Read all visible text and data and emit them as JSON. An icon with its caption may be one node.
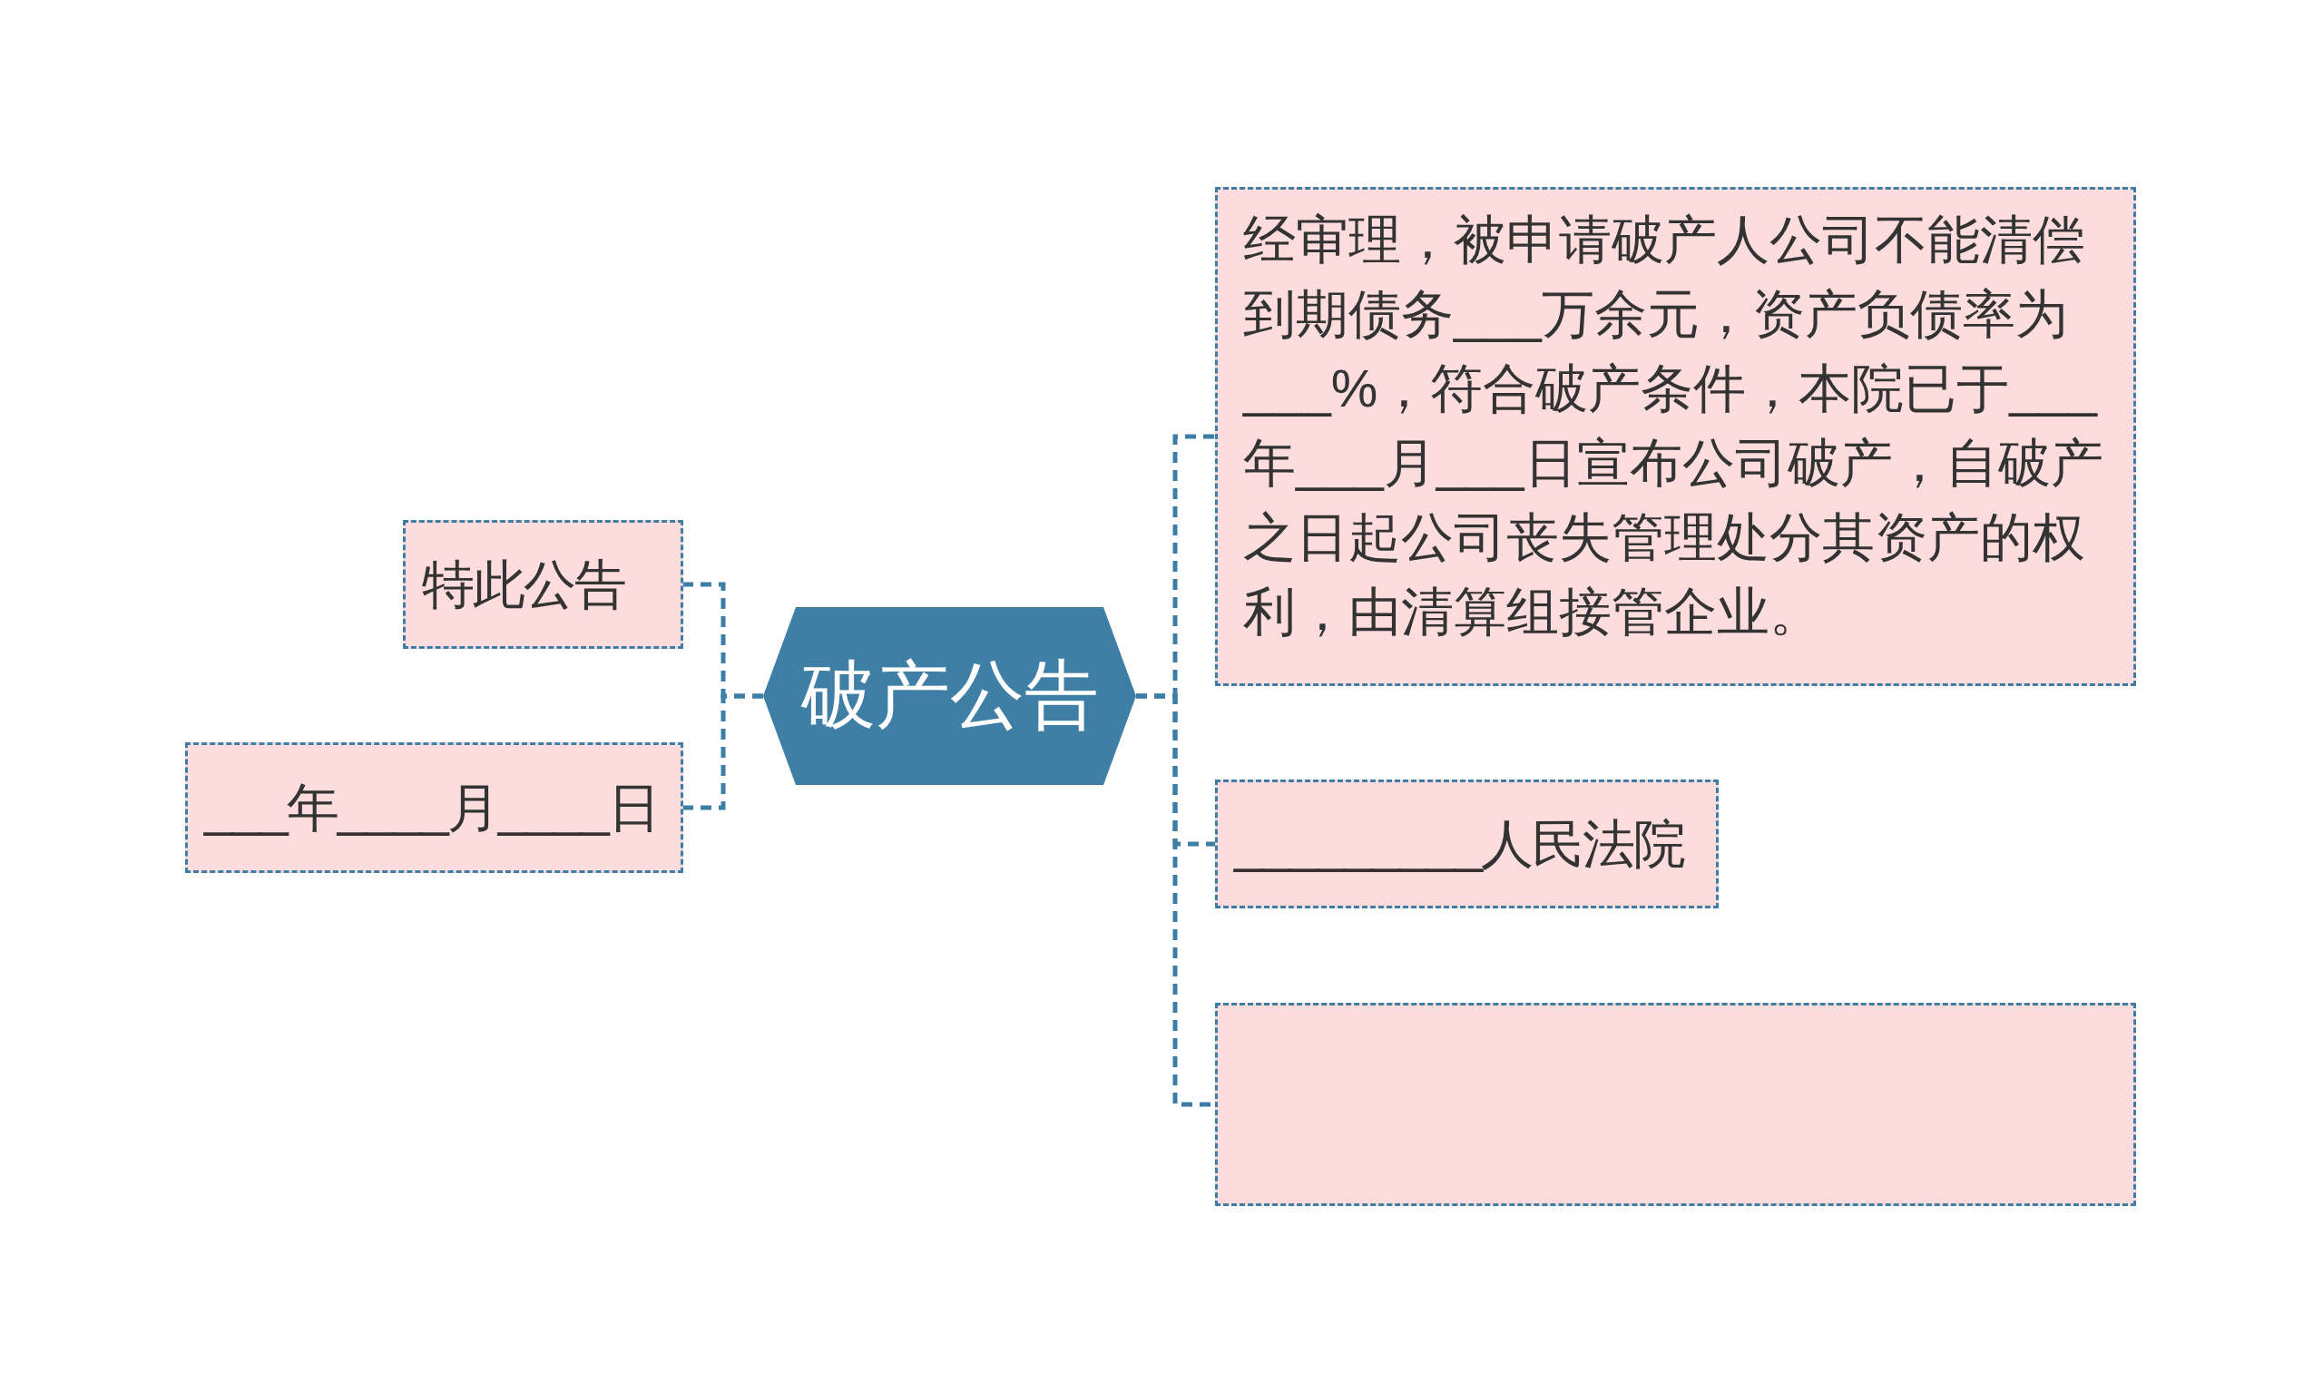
{
  "diagram": {
    "nodes": [
      {
        "text": [
          "破产公告"
        ]
      },
      {
        "text": [
          "特此公告"
        ]
      },
      {
        "text": [
          "___年____月____日"
        ]
      },
      {
        "text": [
          "经审理，被申请破产人公司不能清偿到期债务___万余元，资产负债率为___%，符合破产条件，本院已于___年___月___日宣布公司破产，自破产之日起公司丧失管理处分其资产的权利，由清算组接管企业。"
        ]
      },
      {
        "text": [
          "_________人民法院"
        ]
      },
      {
        "text": [],
        "shape": "box"
      }
    ],
    "edges": [
      {
        "from": 0,
        "to": 1,
        "arrow": "none"
      },
      {
        "from": 0,
        "to": 2,
        "arrow": "none"
      },
      {
        "from": 0,
        "to": 3,
        "arrow": "none"
      },
      {
        "from": 0,
        "to": 4,
        "arrow": "none"
      },
      {
        "from": 0,
        "to": 5,
        "arrow": "none"
      }
    ]
  }
}
